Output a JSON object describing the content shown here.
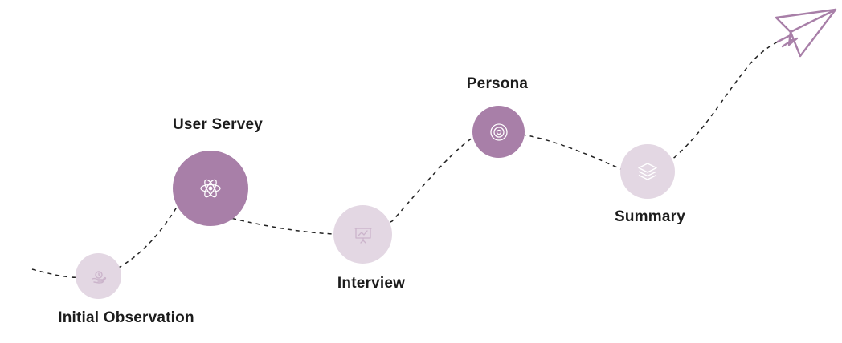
{
  "colors": {
    "accent": "#a87fa8",
    "light": "#e3d7e3",
    "icon_on_light": "#cbb4cb",
    "icon_on_accent": "#ffffff",
    "path": "#222222",
    "text": "#1c1c1c"
  },
  "steps": [
    {
      "label": "Initial Observation",
      "icon": "hand-coin-icon",
      "emphasis": false
    },
    {
      "label": "User Servey",
      "icon": "atom-icon",
      "emphasis": true
    },
    {
      "label": "Interview",
      "icon": "presentation-board-icon",
      "emphasis": false
    },
    {
      "label": "Persona",
      "icon": "target-icon",
      "emphasis": true
    },
    {
      "label": "Summary",
      "icon": "layers-icon",
      "emphasis": false
    }
  ],
  "end_icon": "paper-plane-icon"
}
